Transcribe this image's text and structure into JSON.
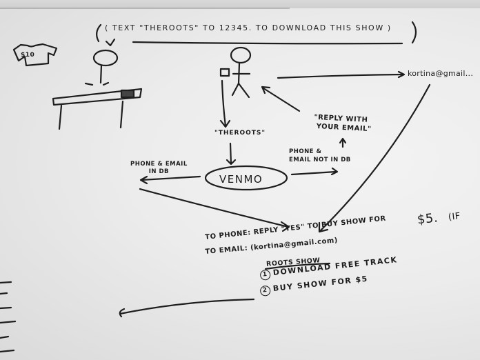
{
  "diagram": {
    "type": "hand-drawn flow sketch",
    "title": "( TEXT \"THEROOTS\" TO 12345. TO DOWNLOAD THIS SHOW )",
    "merch": {
      "shirt_price": "$10"
    },
    "nodes": {
      "user_sms": "\"THEROOTS\"",
      "venmo": "VENMO",
      "reply_prompt_line1": "\"REPLY WITH",
      "reply_prompt_line2": "YOUR EMAIL\"",
      "email_address": "kortina@gmail...",
      "in_db_line1": "PHONE & EMAIL",
      "in_db_line2": "IN DB",
      "not_in_db_line1": "PHONE &",
      "not_in_db_line2": "EMAIL NOT IN DB"
    },
    "result": {
      "to_phone": "TO PHONE: REPLY \"YES\" TO BUY SHOW FOR",
      "price": "$5.",
      "if_note": "(IF",
      "to_email": "TO EMAIL: (kortina@gmail.com)",
      "email_heading": "ROOTS SHOW",
      "options": [
        {
          "num": "1",
          "label": "DOWNLOAD FREE TRACK"
        },
        {
          "num": "2",
          "label": "BUY SHOW FOR $5"
        }
      ]
    },
    "colors": {
      "ink": "#1e1e1e",
      "paper": "#ececec"
    }
  }
}
